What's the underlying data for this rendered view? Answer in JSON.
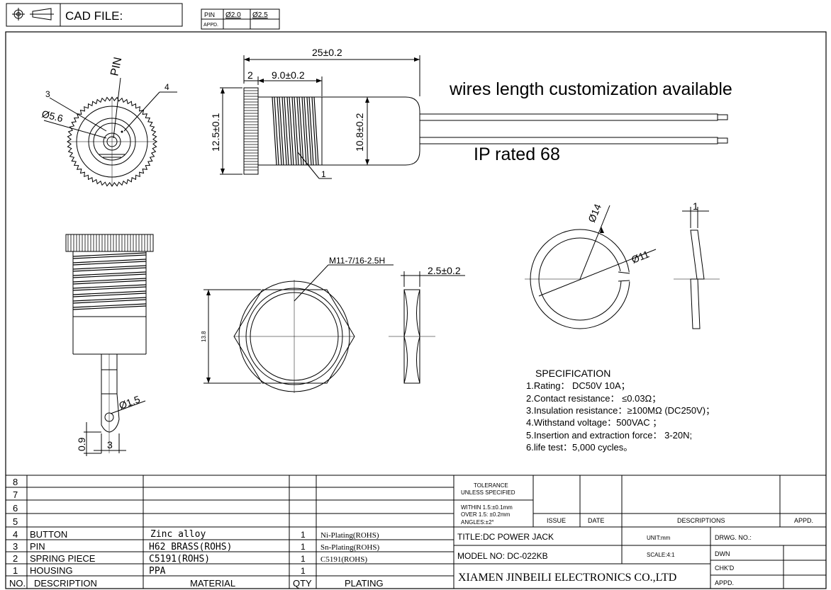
{
  "header": {
    "cad_file_label": "CAD FILE:",
    "pin_label": "PIN",
    "pin_size_1": "Ø2.0",
    "pin_size_2": "Ø2.5",
    "appd_label": "APPD."
  },
  "notes": {
    "wires": "wires length customization available",
    "ip": "IP rated 68"
  },
  "dims": {
    "overall_length": "25±0.2",
    "nut_width": "2",
    "thread_length": "9.0±0.2",
    "body_dia": "12.5±0.1",
    "thread_dia": "10.8±0.2",
    "callout_1": "1",
    "callout_3": "3",
    "callout_4": "4",
    "pin_label": "PIN",
    "hole_dia": "Ø5.6",
    "thread_spec": "M11-7/16-2.5H",
    "nut_thickness": "2.5±0.2",
    "nut_height": "13.8",
    "washer_od": "Ø14",
    "washer_id": "Ø11",
    "washer_thickness": "1",
    "lug_hole": "Ø1.5",
    "lug_tip": "0.9",
    "lug_width": "3"
  },
  "spec": {
    "title": "SPECIFICATION",
    "items": [
      "1.Rating： DC50V 10A；",
      "2.Contact resistance： ≤0.03Ω；",
      "3.Insulation resistance：≥100MΩ (DC250V)；",
      "4.Withstand voltage：500VAC ；",
      "5.Insertion and extraction force： 3-20N;",
      "6.life test：5,000 cycles。"
    ]
  },
  "bom": {
    "headers": {
      "no": "NO.",
      "description": "DESCRIPTION",
      "material": "MATERIAL",
      "qty": "QTY",
      "plating": "PLATING"
    },
    "empty_rows": [
      "8",
      "7",
      "6",
      "5"
    ],
    "rows": [
      {
        "no": "4",
        "description": "BUTTON",
        "material": "Zinc alloy",
        "qty": "1",
        "plating": "Ni-Plating(ROHS)"
      },
      {
        "no": "3",
        "description": "PIN",
        "material": "H62 BRASS(ROHS)",
        "qty": "1",
        "plating": "Sn-Plating(ROHS)"
      },
      {
        "no": "2",
        "description": "SPRING PIECE",
        "material": "C5191(ROHS)",
        "qty": "1",
        "plating": "C5191(ROHS)"
      },
      {
        "no": "1",
        "description": "HOUSING",
        "material": "PPA",
        "qty": "1",
        "plating": ""
      }
    ]
  },
  "titleblock": {
    "tolerance_1": "TOLERANCE",
    "tolerance_2": "UNLESS SPECIFIED",
    "within": "WITHIN 1.5:±0.1mm",
    "over": "OVER 1.5:  ±0.2mm",
    "angles": "ANGLES:±2°",
    "issue": "ISSUE",
    "date": "DATE",
    "descriptions": "DESCRIPTIONS",
    "appd": "APPD.",
    "title": "TITLE:DC POWER JACK",
    "unit": "UNIT:mm",
    "drwg_no": "DRWG. NO.:",
    "model_no": "MODEL NO: DC-022KB",
    "scale": "SCALE:4:1",
    "dwn": "DWN",
    "chkd": "CHK'D",
    "appd2": "APPD.",
    "company": "XIAMEN JINBEILI ELECTRONICS CO.,LTD"
  }
}
